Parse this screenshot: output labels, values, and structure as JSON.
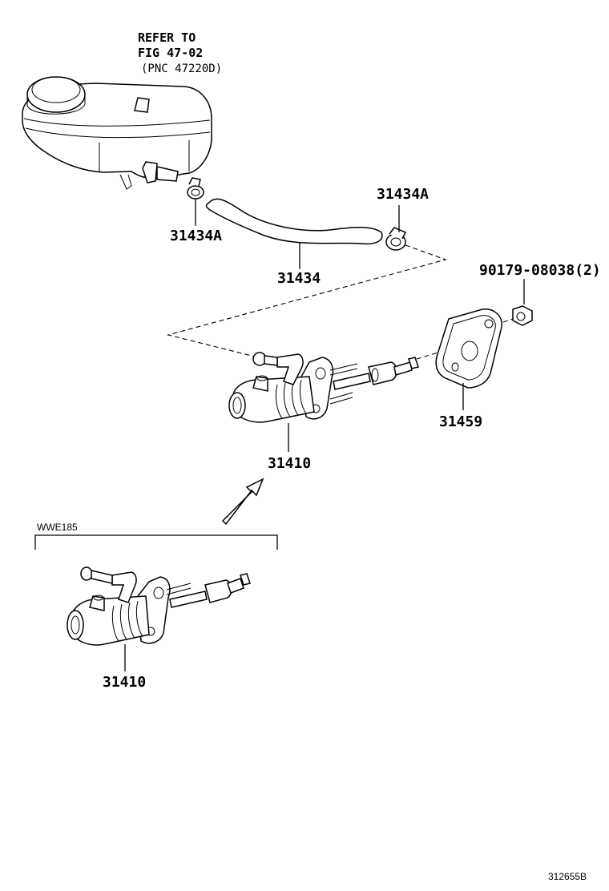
{
  "reference": {
    "line1": "REFER TO",
    "line2": "FIG 47-02",
    "line3": "(PNC 47220D)"
  },
  "labels": {
    "clamp_lower": "31434A",
    "clamp_upper": "31434A",
    "hose": "31434",
    "nut": "90179-08038(2)",
    "gasket": "31459",
    "cylinder_main": "31410",
    "cylinder_variant": "31410"
  },
  "variant": {
    "code": "WWE185"
  },
  "figure_id": "312655B"
}
